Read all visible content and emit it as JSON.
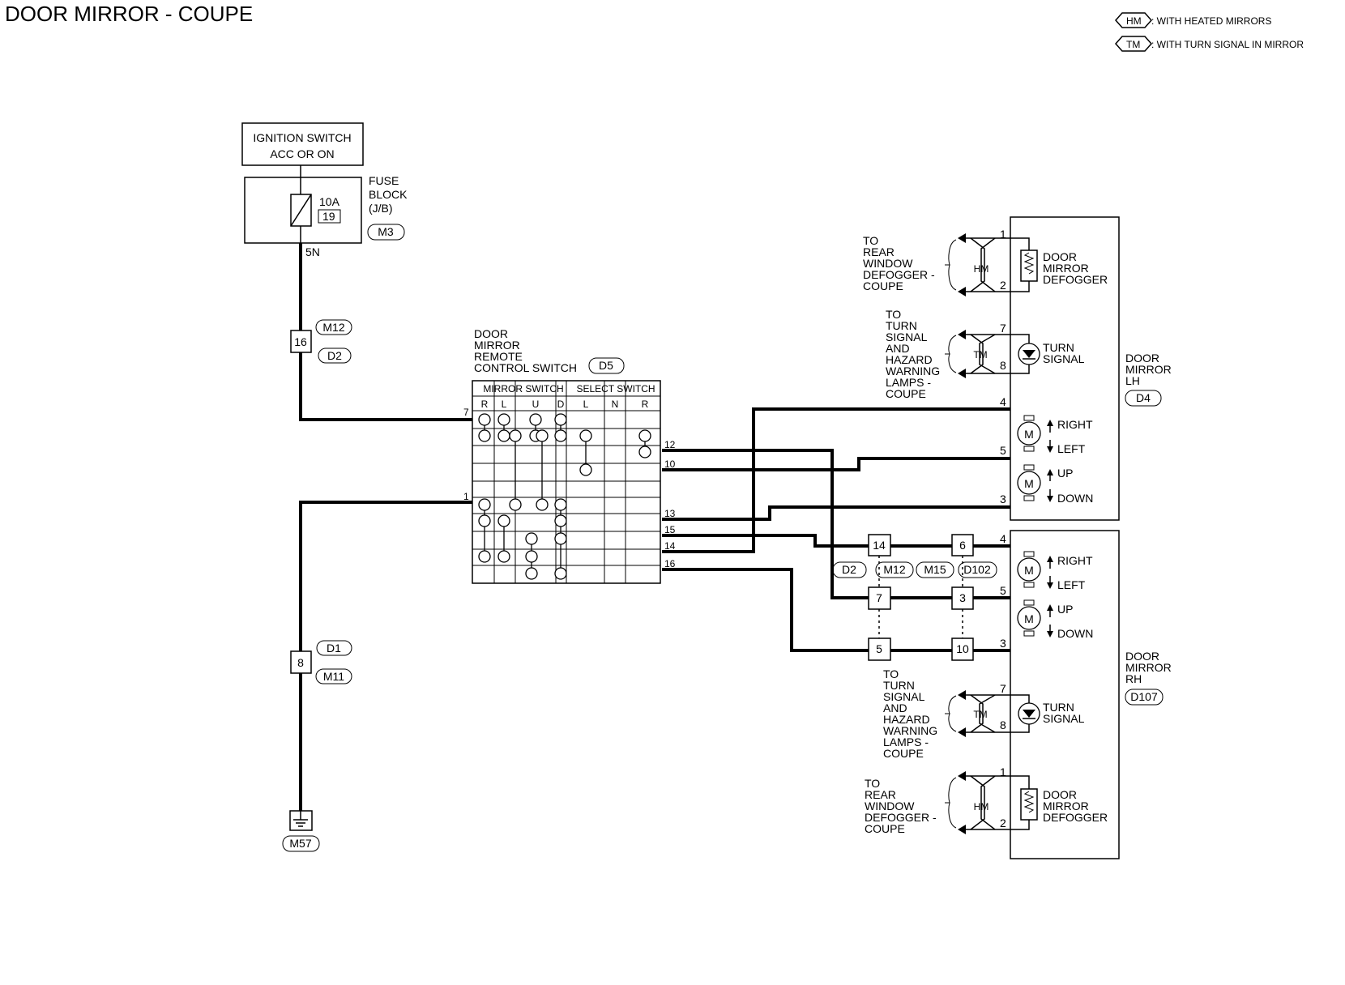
{
  "title": "DOOR MIRROR - COUPE",
  "legend": {
    "hm_code": "HM",
    "hm_text": ": WITH HEATED MIRRORS",
    "tm_code": "TM",
    "tm_text": ": WITH TURN SIGNAL IN MIRROR"
  },
  "ignition": {
    "line1": "IGNITION SWITCH",
    "line2": "ACC OR ON"
  },
  "fuse": {
    "amp": "10A",
    "num": "19",
    "label1": "FUSE",
    "label2": "BLOCK",
    "label3": "(J/B)",
    "connector": "M3",
    "wire": "5N"
  },
  "jc_top": {
    "num": "16",
    "conn1": "M12",
    "conn2": "D2"
  },
  "jc_bottom": {
    "num": "8",
    "conn1": "D1",
    "conn2": "M11"
  },
  "ground": "M57",
  "remote": {
    "l1": "DOOR",
    "l2": "MIRROR",
    "l3": "REMOTE",
    "l4": "CONTROL SWITCH",
    "connector": "D5",
    "mirror_switch": "MIRROR SWITCH",
    "select_switch": "SELECT SWITCH",
    "cols": [
      "R",
      "L",
      "U",
      "D",
      "L",
      "N",
      "R"
    ],
    "pins": {
      "p7": "7",
      "p1": "1",
      "p12": "12",
      "p10": "10",
      "p13": "13",
      "p15": "15",
      "p14": "14",
      "p16": "16"
    }
  },
  "lh": {
    "l1": "DOOR",
    "l2": "MIRROR",
    "l3": "LH",
    "connector": "D4",
    "pins": {
      "p1": "1",
      "p2": "2",
      "p7": "7",
      "p8": "8",
      "p4": "4",
      "p5": "5",
      "p3": "3"
    },
    "defog_note": [
      "TO",
      "REAR",
      "WINDOW",
      "DEFOGGER -",
      "COUPE"
    ],
    "turn_note": [
      "TO",
      "TURN",
      "SIGNAL",
      "AND",
      "HAZARD",
      "WARNING",
      "LAMPS -",
      "COUPE"
    ],
    "defogger": [
      "DOOR",
      "MIRROR",
      "DEFOGGER"
    ],
    "turn": [
      "TURN",
      "SIGNAL"
    ],
    "right": "RIGHT",
    "left": "LEFT",
    "up": "UP",
    "down": "DOWN",
    "hm": "HM",
    "tm": "TM",
    "motor": "M"
  },
  "rh": {
    "l1": "DOOR",
    "l2": "MIRROR",
    "l3": "RH",
    "connector": "D107",
    "pins": {
      "p4": "4",
      "p5": "5",
      "p3": "3",
      "p7": "7",
      "p8": "8",
      "p1": "1",
      "p2": "2"
    },
    "turn_note": [
      "TO",
      "TURN",
      "SIGNAL",
      "AND",
      "HAZARD",
      "WARNING",
      "LAMPS -",
      "COUPE"
    ],
    "defog_note": [
      "TO",
      "REAR",
      "WINDOW",
      "DEFOGGER -",
      "COUPE"
    ],
    "defogger": [
      "DOOR",
      "MIRROR",
      "DEFOGGER"
    ],
    "turn": [
      "TURN",
      "SIGNAL"
    ],
    "right": "RIGHT",
    "left": "LEFT",
    "up": "UP",
    "down": "DOWN",
    "hm": "HM",
    "tm": "TM",
    "motor": "M"
  },
  "joints": {
    "a14": "14",
    "a7": "7",
    "a5": "5",
    "b6": "6",
    "b3": "3",
    "b10": "10",
    "conns": [
      "D2",
      "M12",
      "M15",
      "D102"
    ]
  }
}
